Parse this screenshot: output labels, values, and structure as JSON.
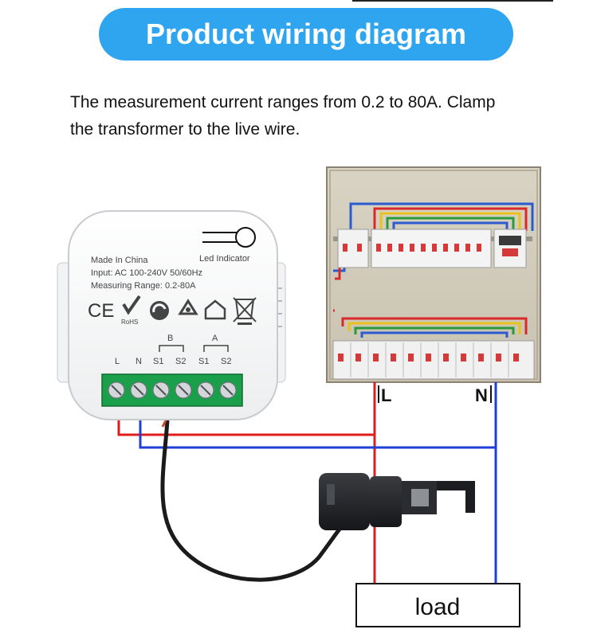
{
  "header": {
    "title": "Product wiring diagram"
  },
  "intro": {
    "line1": "The measurement current ranges from 0.2 to 80A. Clamp",
    "line2": "the transformer to the live wire."
  },
  "device": {
    "made_in": "Made In China",
    "input": "Input: AC 100-240V 50/60Hz",
    "range": "Measuring Range: 0.2-80A",
    "led_label": "Led Indicator",
    "ce_mark": "CE",
    "rohs_mark": "RoHS",
    "group_b": "B",
    "group_a": "A",
    "terminals": [
      "L",
      "N",
      "S1",
      "S2",
      "S1",
      "S2"
    ]
  },
  "panel": {
    "live_label": "L",
    "neutral_label": "N"
  },
  "load": {
    "label": "load"
  },
  "colors": {
    "title_bg": "#2fa5ef",
    "live_wire": "#e21b1b",
    "neutral_wire": "#1f3fd6",
    "terminal_green": "#1aa04a"
  }
}
